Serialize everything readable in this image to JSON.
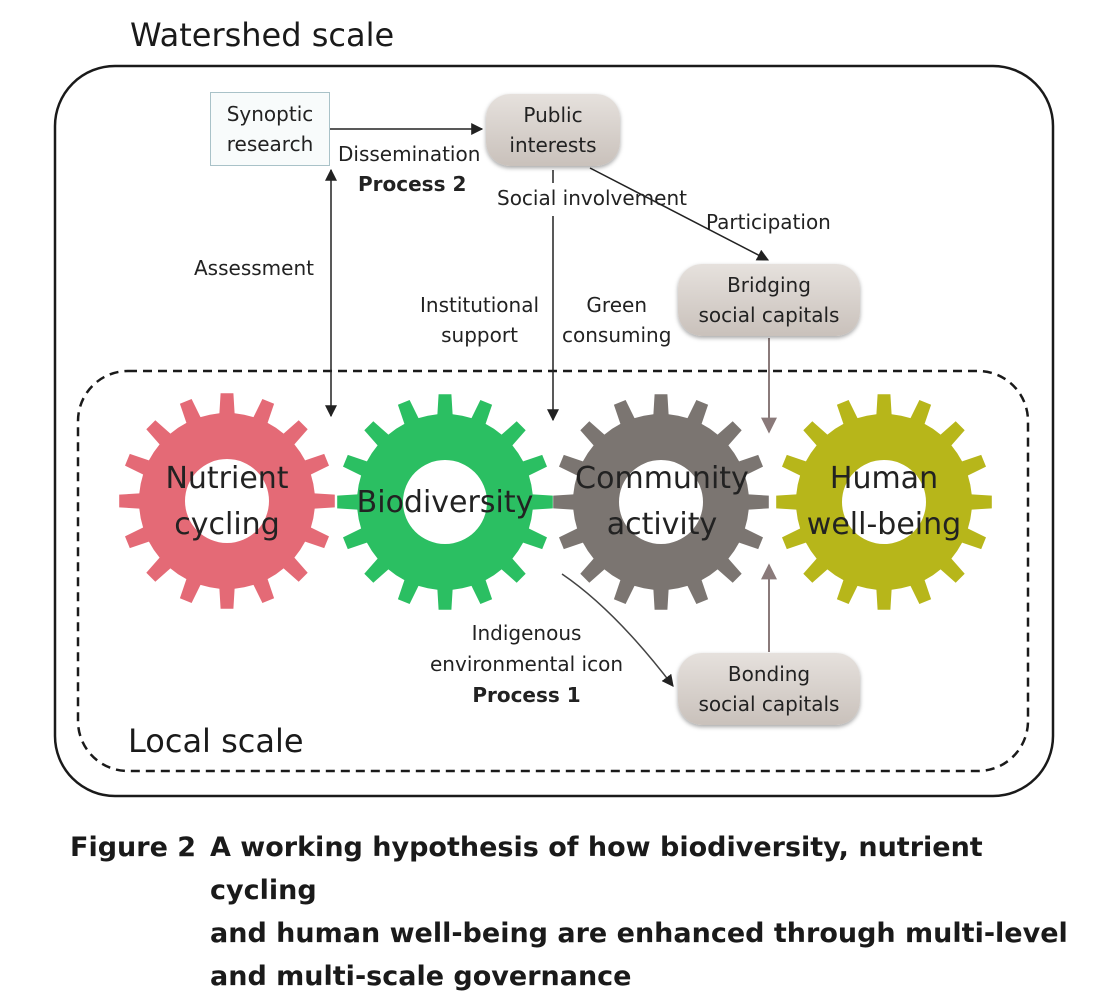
{
  "outer": {
    "label": "Watershed scale"
  },
  "inner": {
    "label": "Local scale"
  },
  "nodes": {
    "synoptic": [
      "Synoptic",
      "research"
    ],
    "public": [
      "Public",
      "interests"
    ],
    "bridging": [
      "Bridging",
      "social capitals"
    ],
    "bonding": [
      "Bonding",
      "social capitals"
    ]
  },
  "edge_labels": {
    "dissemination": "Dissemination",
    "process2": "Process  2",
    "social_involvement": "Social involvement",
    "participation": "Participation",
    "assessment": "Assessment",
    "institutional": [
      "Institutional",
      "support"
    ],
    "green": [
      "Green",
      "consuming"
    ],
    "indigenous": [
      "Indigenous",
      "environmental icon"
    ],
    "process1": "Process 1"
  },
  "gears": [
    {
      "id": "nutrient",
      "label": [
        "Nutrient",
        "cycling"
      ],
      "color": "#e46a76"
    },
    {
      "id": "biodiversity",
      "label": [
        "Biodiversity"
      ],
      "color": "#2bbf62"
    },
    {
      "id": "community",
      "label": [
        "Community",
        "activity"
      ],
      "color": "#7b7571"
    },
    {
      "id": "human",
      "label": [
        "Human",
        "well-being"
      ],
      "color": "#b7b61a"
    }
  ],
  "caption": {
    "number": "Figure 2",
    "lines": [
      "A working hypothesis of how biodiversity, nutrient cycling",
      "and human well-being are enhanced through multi-level",
      "and multi-scale governance"
    ]
  }
}
